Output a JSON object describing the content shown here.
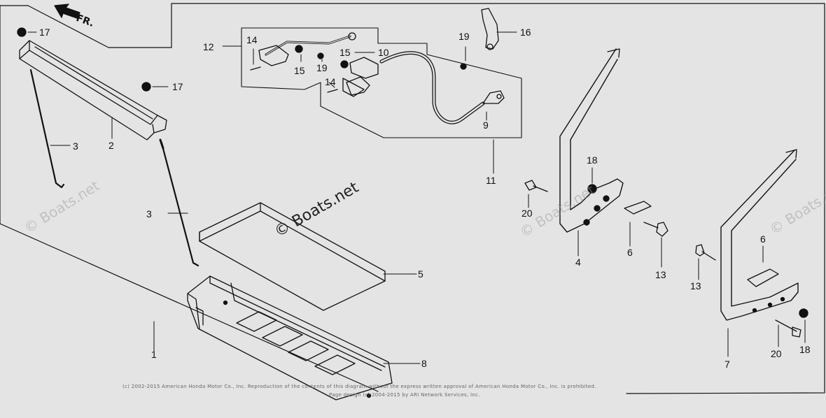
{
  "direction_label": "FR.",
  "watermark_main": "© Boats.net",
  "watermark_faint": "© Boats.net",
  "copyright_line1": "(c) 2002-2015 American Honda Motor Co., Inc. Reproduction of the contents of this diagram without the express written approval of American Honda Motor Co., Inc. is prohibited.",
  "copyright_line2": "Page design (c) 2004-2015 by ARI Network Services, Inc.",
  "callouts": {
    "c1": "1",
    "c2": "2",
    "c3a": "3",
    "c3b": "3",
    "c4": "4",
    "c5": "5",
    "c6a": "6",
    "c6b": "6",
    "c7": "7",
    "c8": "8",
    "c9": "9",
    "c10": "10",
    "c11": "11",
    "c12": "12",
    "c13a": "13",
    "c13b": "13",
    "c14a": "14",
    "c14b": "14",
    "c15a": "15",
    "c15b": "15",
    "c16": "16",
    "c17a": "17",
    "c17b": "17",
    "c18a": "18",
    "c18b": "18",
    "c19a": "19",
    "c19b": "19",
    "c20a": "20",
    "c20b": "20"
  }
}
